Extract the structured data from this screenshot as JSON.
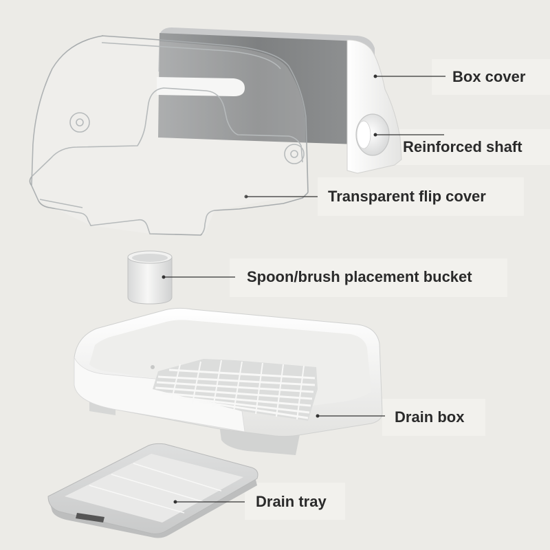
{
  "labels": {
    "box_cover": "Box cover",
    "reinforced_shaft": "Reinforced shaft",
    "flip_cover": "Transparent flip cover",
    "bucket": "Spoon/brush placement bucket",
    "drain_box": "Drain box",
    "drain_tray": "Drain tray"
  },
  "colors": {
    "background": "#ecebe7",
    "label_panel": "#f2f1ed",
    "plastic_white": "#f7f7f5",
    "cover_grey": "#7d7f80",
    "text": "#2a2a2a",
    "leader": "#333333"
  }
}
